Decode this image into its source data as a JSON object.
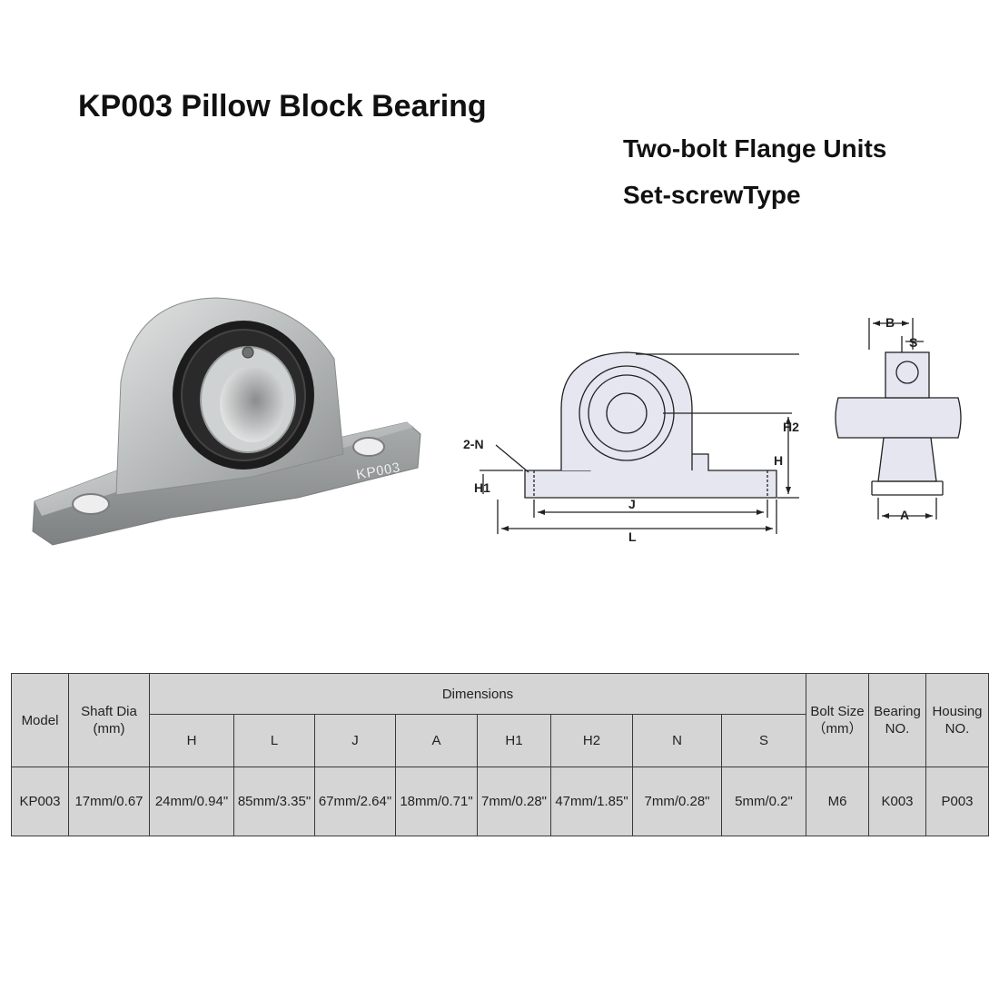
{
  "header": {
    "title": "KP003 Pillow Block Bearing",
    "subtitle_1": "Two-bolt Flange Units",
    "subtitle_2": "Set-screwType"
  },
  "photo": {
    "casting_mark": "KP003",
    "colors": {
      "housing": "#b4b7b7",
      "seal": "#1c1c1c",
      "inner_ring": "#cfd2d2"
    }
  },
  "diagram": {
    "front_labels": {
      "n": "2-N",
      "h1": "H1",
      "h": "H",
      "h2": "H2",
      "j": "J",
      "l": "L"
    },
    "side_labels": {
      "b": "B",
      "s": "S",
      "a": "A"
    },
    "line_color": "#222222",
    "fill_color": "#e6e6f0"
  },
  "table": {
    "header": {
      "model": "Model",
      "shaft_dia": "Shaft Dia (mm)",
      "dimensions": "Dimensions",
      "bolt_size": "Bolt Size（mm）",
      "bearing_no": "Bearing NO.",
      "housing_no": "Housing NO."
    },
    "dim_columns": [
      "H",
      "L",
      "J",
      "A",
      "H1",
      "H2",
      "N",
      "S"
    ],
    "row": {
      "model": "KP003",
      "shaft_dia": "17mm/0.67",
      "dims": [
        "24mm/0.94\"",
        "85mm/3.35\"",
        "67mm/2.64\"",
        "18mm/0.71\"",
        "7mm/0.28\"",
        "47mm/1.85\"",
        "7mm/0.28\"",
        "5mm/0.2\""
      ],
      "bolt_size": "M6",
      "bearing_no": "K003",
      "housing_no": "P003"
    },
    "colors": {
      "background": "#d5d5d5",
      "border": "#3a3a3a"
    }
  }
}
